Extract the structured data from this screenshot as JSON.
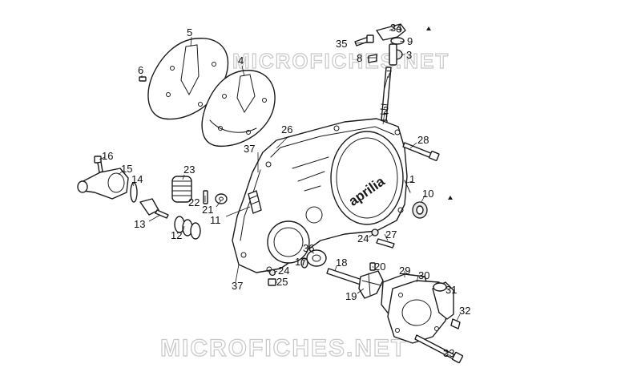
{
  "watermarks": {
    "top": "MICROFICHES.NET",
    "bottom": "MICROFICHES.NET"
  },
  "cover_logo": "aprilia",
  "callouts": [
    {
      "id": "c5",
      "label": "5"
    },
    {
      "id": "c6",
      "label": "6"
    },
    {
      "id": "c4",
      "label": "4"
    },
    {
      "id": "c34",
      "label": "34"
    },
    {
      "id": "c35",
      "label": "35"
    },
    {
      "id": "c9",
      "label": "9"
    },
    {
      "id": "c8",
      "label": "8"
    },
    {
      "id": "c3",
      "label": "3"
    },
    {
      "id": "c7",
      "label": "7"
    },
    {
      "id": "c2",
      "label": "2"
    },
    {
      "id": "c26",
      "label": "26"
    },
    {
      "id": "c28",
      "label": "28"
    },
    {
      "id": "c37a",
      "label": "37"
    },
    {
      "id": "c16",
      "label": "16"
    },
    {
      "id": "c15",
      "label": "15"
    },
    {
      "id": "c14",
      "label": "14"
    },
    {
      "id": "c23",
      "label": "23"
    },
    {
      "id": "c22",
      "label": "22"
    },
    {
      "id": "c21",
      "label": "21"
    },
    {
      "id": "c11",
      "label": "11"
    },
    {
      "id": "c13",
      "label": "13"
    },
    {
      "id": "c12",
      "label": "12"
    },
    {
      "id": "c1",
      "label": "1"
    },
    {
      "id": "c10",
      "label": "10"
    },
    {
      "id": "c24a",
      "label": "24"
    },
    {
      "id": "c27",
      "label": "27"
    },
    {
      "id": "c36",
      "label": "36"
    },
    {
      "id": "c17",
      "label": "17"
    },
    {
      "id": "c18",
      "label": "18"
    },
    {
      "id": "c20",
      "label": "20"
    },
    {
      "id": "c29",
      "label": "29"
    },
    {
      "id": "c30",
      "label": "30"
    },
    {
      "id": "c24b",
      "label": "24"
    },
    {
      "id": "c25",
      "label": "25"
    },
    {
      "id": "c19",
      "label": "19"
    },
    {
      "id": "c31",
      "label": "31"
    },
    {
      "id": "c37b",
      "label": "37"
    },
    {
      "id": "c32",
      "label": "32"
    },
    {
      "id": "c33",
      "label": "33"
    }
  ]
}
